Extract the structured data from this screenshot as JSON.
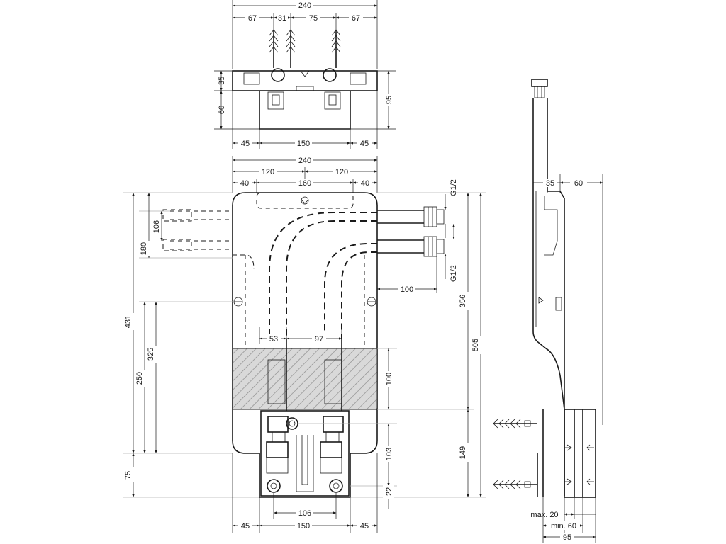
{
  "top_view": {
    "dims": {
      "overall_width": "240",
      "seg_a": "67",
      "seg_b": "31",
      "seg_c": "75",
      "seg_d": "67",
      "flange_depth": "35",
      "body_depth": "60",
      "total_depth": "95",
      "base_left": "45",
      "base_mid": "150",
      "base_right": "45"
    }
  },
  "front_view": {
    "dims": {
      "overall_width": "240",
      "half_left": "120",
      "half_right": "120",
      "edge_left": "40",
      "span": "160",
      "edge_right": "40",
      "thread_top": "G1/2",
      "thread_bottom": "G1/2",
      "pipe_stubout": "100",
      "left_106": "106",
      "left_180": "180",
      "left_431": "431",
      "left_325": "325",
      "left_250": "250",
      "left_75": "75",
      "right_356": "356",
      "right_505": "505",
      "hatch_height": "100",
      "valve_103": "103",
      "valve_149": "149",
      "bottom_22": "22",
      "spacing_53": "53",
      "spacing_97": "97",
      "outlet_106": "106",
      "base_left": "45",
      "base_mid": "150",
      "base_right": "45"
    }
  },
  "side_view": {
    "dims": {
      "depth_35": "35",
      "depth_60": "60",
      "max_20": "max. 20",
      "min_60": "min. 60",
      "total_95": "95"
    }
  },
  "colors": {
    "line": "#1a1a1a",
    "hatch": "#8c8c8c",
    "hatch_bg": "#d9d9d9",
    "ref": "#b3b3b3"
  }
}
